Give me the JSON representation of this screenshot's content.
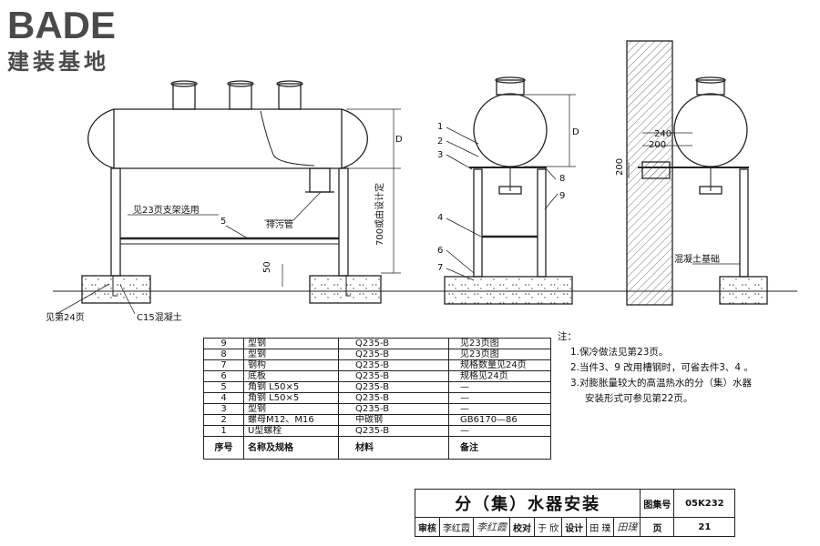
{
  "logo": {
    "brand": "BADE",
    "subtitle": "建装基地"
  },
  "labels": {
    "bracket_note": "见23页支架选用",
    "part5": "5",
    "drain": "排污管",
    "height_dim": "700或由设计定",
    "d_left": "D",
    "d_mid": "D",
    "dim_50": "50",
    "see_p24": "见第24页",
    "c15": "C15混凝土",
    "dim_240": "240",
    "dim_200_h": "200",
    "dim_200_v": "200",
    "concrete_base": "混凝土基础",
    "mid_callouts": [
      "1",
      "2",
      "3",
      "4",
      "6",
      "7"
    ],
    "right_callouts": [
      "8",
      "9"
    ]
  },
  "parts_table": {
    "rows": [
      {
        "no": "9",
        "name": "型钢",
        "material": "Q235-B",
        "note": "见23页图"
      },
      {
        "no": "8",
        "name": "型钢",
        "material": "Q235-B",
        "note": "见23页图"
      },
      {
        "no": "7",
        "name": "钢构",
        "material": "Q235-B",
        "note": "规格数量见24页"
      },
      {
        "no": "6",
        "name": "底板",
        "material": "Q235-B",
        "note": "规格见24页"
      },
      {
        "no": "5",
        "name": "角钢 L50×5",
        "material": "Q235-B",
        "note": "—"
      },
      {
        "no": "4",
        "name": "角钢 L50×5",
        "material": "Q235-B",
        "note": "—"
      },
      {
        "no": "3",
        "name": "型钢",
        "material": "Q235-B",
        "note": "—"
      },
      {
        "no": "2",
        "name": "螺母M12、M16",
        "material": "中碳钢",
        "note": "GB6170—86"
      },
      {
        "no": "1",
        "name": "U型螺栓",
        "material": "Q235-B",
        "note": "—"
      }
    ],
    "headers": {
      "no": "序号",
      "name": "名称及规格",
      "material": "材料",
      "note": "备注"
    }
  },
  "notes": {
    "heading": "注：",
    "items": [
      "1.保冷做法见第23页。",
      "2.当件3、9 改用槽钢时，可省去件3、4 。",
      "3.对膨胀量较大的高温热水的分（集）水器"
    ],
    "continuation": "安装形式可参见第22页。"
  },
  "title_block": {
    "title": "分（集）水器安装",
    "atlas_label": "图集号",
    "atlas_no": "05K232",
    "review_label": "审核",
    "reviewer": "李红霞",
    "check_label": "校对",
    "checker": "于 欣",
    "design_label": "设计",
    "designer": "田 璞",
    "page_label": "页",
    "page_no": "21"
  }
}
